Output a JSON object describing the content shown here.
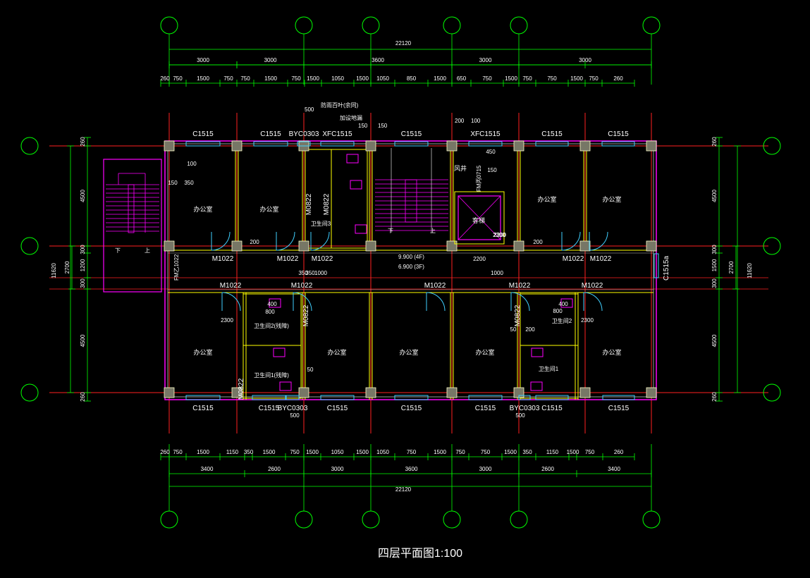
{
  "drawing_title": "四层平面图1:100",
  "overall_dimension": "22120",
  "side_overall": "11620",
  "top_bays": [
    "3000",
    "3000",
    "3600",
    "3000",
    "3000"
  ],
  "top_details": [
    "260",
    "750",
    "1500",
    "750",
    "750",
    "1500",
    "750",
    "1500",
    "1050",
    "1500",
    "1050",
    "850",
    "1500",
    "650",
    "750",
    "1500",
    "750",
    "750",
    "1500",
    "750",
    "260"
  ],
  "bottom_details": [
    "260",
    "750",
    "1500",
    "1150",
    "350",
    "1500",
    "750",
    "1500",
    "1050",
    "1500",
    "1050",
    "750",
    "1500",
    "750",
    "750",
    "1500",
    "350",
    "1150",
    "1500",
    "750",
    "260"
  ],
  "bottom_bays": [
    "3400",
    "2600",
    "3000",
    "3600",
    "3000",
    "2600",
    "3400"
  ],
  "left_dims": [
    "260",
    "4500",
    "300",
    "1200",
    "300",
    "4500",
    "260"
  ],
  "left_sub": [
    "2700"
  ],
  "right_dims": [
    "260",
    "4500",
    "300",
    "1500",
    "300",
    "4500",
    "260"
  ],
  "right_sub": [
    "2700"
  ],
  "top_windows": [
    "C1515",
    "C1515",
    "BYC0303",
    "XFC1515",
    "C1515",
    "XFC1515",
    "C1515",
    "C1515"
  ],
  "bottom_windows": [
    "C1515",
    "C1515",
    "BYC0303",
    "C1515",
    "C1515",
    "C1515",
    "BYC0303",
    "C1515",
    "C1515"
  ],
  "doors_upper": [
    "M1022",
    "M1022",
    "M1022",
    "M1022",
    "M1022"
  ],
  "doors_lower": [
    "M1022",
    "M1022",
    "M1022",
    "M1022",
    "M1022"
  ],
  "door_small": [
    "M0822",
    "M0822",
    "M0822",
    "M0822",
    "M0822"
  ],
  "rooms": [
    "办公室",
    "办公室",
    "办公室",
    "办公室",
    "办公室",
    "办公室",
    "办公室",
    "办公室",
    "办公室"
  ],
  "wc_labels": [
    "卫生间3",
    "卫生间2(残障)",
    "卫生间1(残障)",
    "卫生间2",
    "卫生间1"
  ],
  "elevator": "客梯",
  "shaft": "风井",
  "annot_top": "防雨百叶(余同)",
  "annot_top2": "加设地漏",
  "annot_500": "500",
  "annot_150a": "150",
  "annot_150b": "150",
  "annot_200": "200",
  "annot_100": "100",
  "level_4": "9.900  (4F)",
  "level_3": "6.900  (3F)",
  "fm_left": "FM乙1022",
  "fm_right": "FM丙0715",
  "c_side": "C1515a",
  "stair_down": "下",
  "stair_up": "上",
  "misc_dims": [
    "150",
    "350",
    "100",
    "200",
    "200",
    "800",
    "400",
    "2300",
    "50",
    "2200",
    "2200",
    "1000",
    "350",
    "350",
    "1000",
    "500",
    "500",
    "50",
    "200",
    "800",
    "400",
    "2300",
    "450",
    "150",
    "2300"
  ]
}
